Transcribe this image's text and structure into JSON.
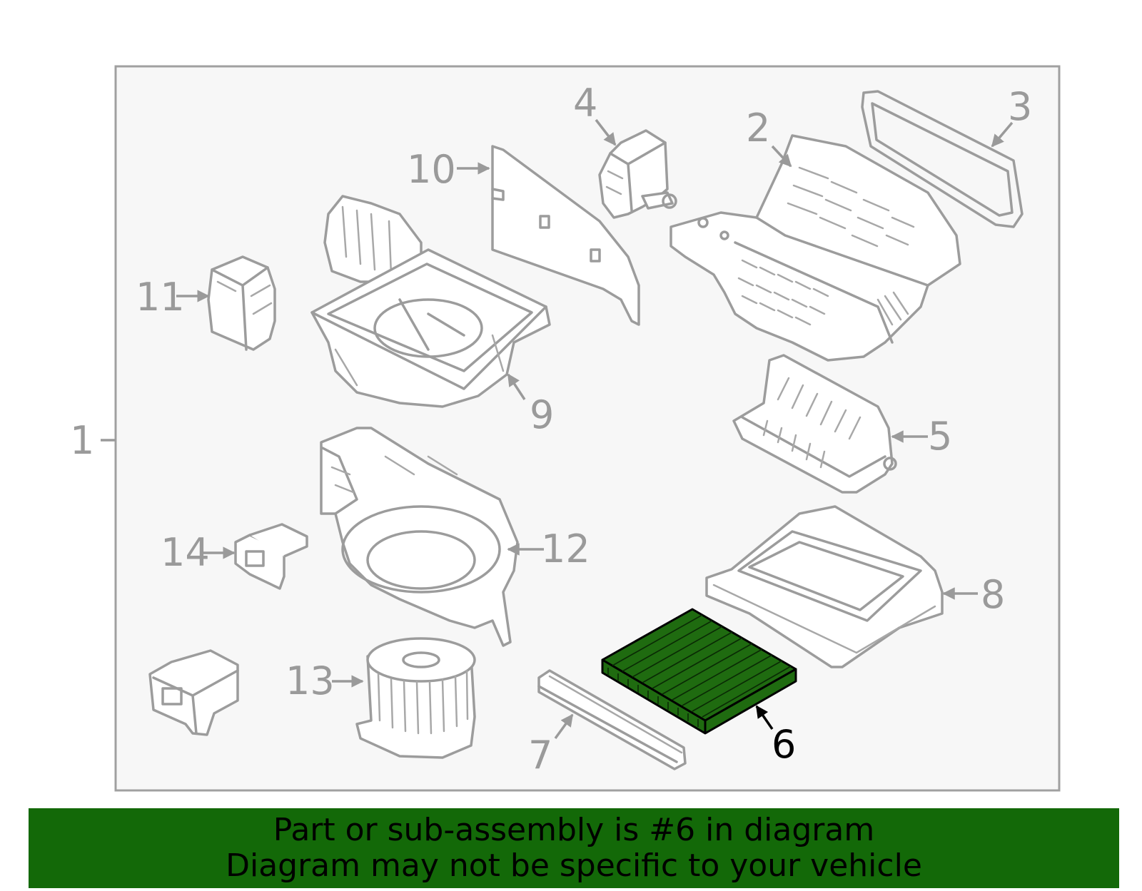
{
  "colors": {
    "panel_background": "#f7f7f7",
    "panel_border": "#a0a0a0",
    "part_line": "#9c9c9c",
    "highlight_fill": "#1f6b10",
    "highlight_line": "#000000",
    "banner_background": "#136908",
    "banner_text": "#000000"
  },
  "diagram": {
    "highlighted_part": "6",
    "callouts": [
      "1",
      "2",
      "3",
      "4",
      "5",
      "6",
      "7",
      "8",
      "9",
      "10",
      "11",
      "12",
      "13",
      "14"
    ]
  },
  "banner": {
    "line1": "Part or sub-assembly is #6 in diagram",
    "line2": "Diagram may not be specific to your vehicle"
  }
}
